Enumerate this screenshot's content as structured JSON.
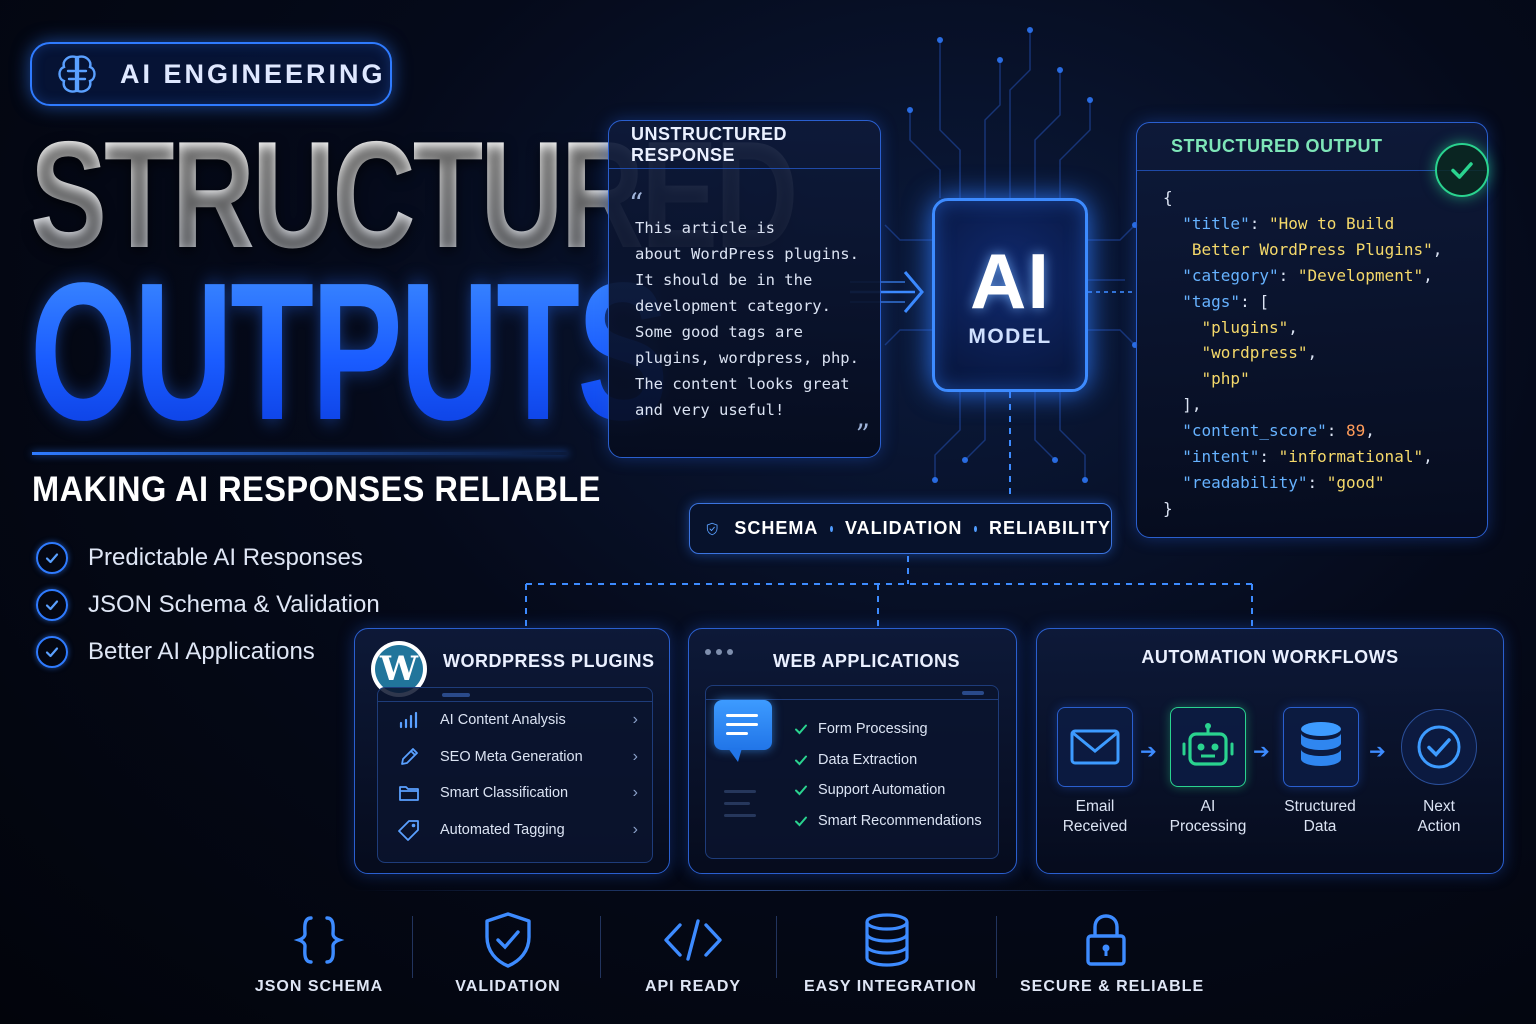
{
  "badge": {
    "label": "AI ENGINEERING",
    "icon": "brain-icon"
  },
  "headline": {
    "line1": "STRUCTURED",
    "line2": "OUTPUTS",
    "subtitle": "MAKING AI RESPONSES RELIABLE"
  },
  "bullets": [
    {
      "text": "Predictable AI Responses"
    },
    {
      "text": "JSON Schema & Validation"
    },
    {
      "text": "Better AI Applications"
    }
  ],
  "unstructured": {
    "title": "UNSTRUCTURED RESPONSE",
    "open_quote": "“",
    "close_quote": "”",
    "lines": [
      "This article is",
      "about WordPress plugins.",
      "It should be in the",
      "development category.",
      "Some good tags are",
      "plugins, wordpress, php.",
      "The content looks great",
      "and very useful!"
    ]
  },
  "model": {
    "big": "AI",
    "label": "MODEL"
  },
  "structured": {
    "title": "STRUCTURED OUTPUT",
    "status_icon": "checkmark-icon",
    "code": {
      "open_brace": "{",
      "title_key": "\"title\"",
      "title_val_1": "\"How to Build",
      "title_val_2": "Better WordPress Plugins\"",
      "category_key": "\"category\"",
      "category_val": "\"Development\"",
      "tags_key": "\"tags\"",
      "tags_open": "[",
      "tag_1": "\"plugins\"",
      "tag_2": "\"wordpress\"",
      "tag_3": "\"php\"",
      "tags_close": "],",
      "score_key": "\"content_score\"",
      "score_val": "89",
      "intent_key": "\"intent\"",
      "intent_val": "\"informational\"",
      "readability_key": "\"readability\"",
      "readability_val": "\"good\"",
      "close_brace": "}"
    }
  },
  "pill": {
    "w1": "SCHEMA",
    "w2": "VALIDATION",
    "w3": "RELIABILITY"
  },
  "wordpress": {
    "title": "WORDPRESS PLUGINS",
    "logo": "W",
    "items": [
      {
        "label": "AI Content Analysis",
        "icon": "bar-chart-icon"
      },
      {
        "label": "SEO Meta Generation",
        "icon": "pencil-icon"
      },
      {
        "label": "Smart Classification",
        "icon": "folder-icon"
      },
      {
        "label": "Automated Tagging",
        "icon": "tag-icon"
      }
    ],
    "chevron": "›"
  },
  "webapps": {
    "title": "WEB APPLICATIONS",
    "items": [
      {
        "label": "Form Processing"
      },
      {
        "label": "Data Extraction"
      },
      {
        "label": "Support Automation"
      },
      {
        "label": "Smart Recommendations"
      }
    ]
  },
  "automation": {
    "title": "AUTOMATION WORKFLOWS",
    "steps": [
      {
        "line1": "Email",
        "line2": "Received",
        "icon": "envelope-icon"
      },
      {
        "line1": "AI",
        "line2": "Processing",
        "icon": "robot-icon"
      },
      {
        "line1": "Structured",
        "line2": "Data",
        "icon": "database-icon"
      },
      {
        "line1": "Next",
        "line2": "Action",
        "icon": "check-circle-icon"
      }
    ],
    "arrow": "➔"
  },
  "features": [
    {
      "label": "JSON SCHEMA",
      "icon": "braces-icon"
    },
    {
      "label": "VALIDATION",
      "icon": "shield-check-icon"
    },
    {
      "label": "API READY",
      "icon": "code-icon"
    },
    {
      "label": "EASY INTEGRATION",
      "icon": "database-icon"
    },
    {
      "label": "SECURE & RELIABLE",
      "icon": "lock-icon"
    }
  ],
  "colors": {
    "accent": "#2f7bff",
    "success": "#2ad38f",
    "json_key": "#66b2ff",
    "json_string": "#f5d96a",
    "json_number": "#ff9c5a",
    "background": "#050a1a"
  }
}
